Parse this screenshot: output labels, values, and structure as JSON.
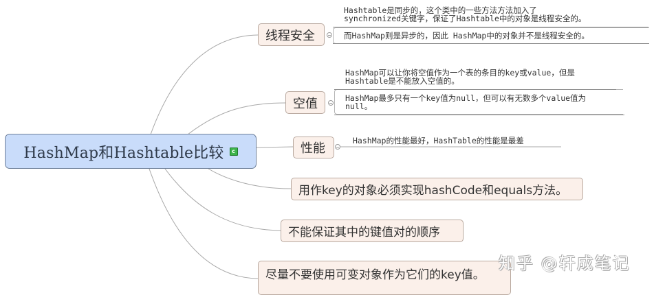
{
  "root": {
    "label": "HashMap和Hashtable比较",
    "icon": "c-icon",
    "icon_label": "c"
  },
  "branches": [
    {
      "label": "线程安全",
      "notes": [
        {
          "lines": [
            "Hashtable是同步的，这个类中的一些方法方法加入了",
            "synchronized关键字，保证了Hashtable中的对象是线程安全的。"
          ]
        },
        {
          "lines": [
            "而HashMap则是异步的，因此 HashMap中的对象并不是线程安全的。"
          ]
        }
      ]
    },
    {
      "label": "空值",
      "notes": [
        {
          "lines": [
            "HashMap可以让你将空值作为一个表的条目的key或value，但是",
            "Hashtable是不能放入空值的。"
          ]
        },
        {
          "lines": [
            "HashMap最多只有一个key值为null，但可以有无数多个value值为",
            "null。"
          ]
        }
      ]
    },
    {
      "label": "性能",
      "notes": [
        {
          "lines": [
            "HashMap的性能最好，HashTable的性能是最差"
          ]
        }
      ]
    },
    {
      "label": "用作key的对象必须实现hashCode和equals方法。"
    },
    {
      "label": "不能保证其中的键值对的顺序"
    },
    {
      "label": "尽量不要使用可变对象作为它们的key值。"
    }
  ],
  "colors": {
    "root_fill": "#c9dcfa",
    "topic_fill": "#fbf0ea",
    "connector": "#a8a8a8"
  },
  "watermark": {
    "text": "知乎 @轩成笔记"
  }
}
